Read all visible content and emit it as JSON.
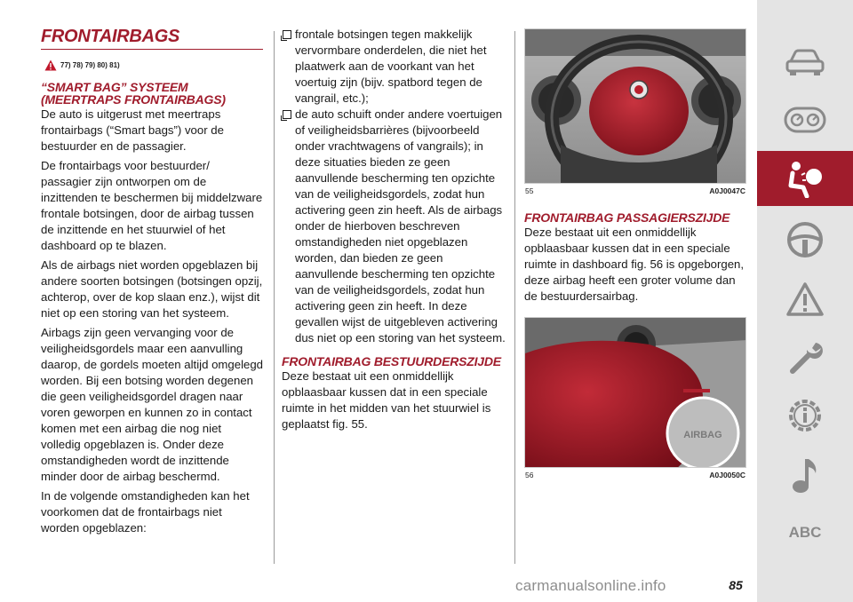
{
  "col1": {
    "title": "FRONTAIRBAGS",
    "warning_refs": "77) 78) 79) 80) 81)",
    "heading": "“SMART BAG” SYSTEEM (MEERTRAPS FRONTAIRBAGS)",
    "paragraphs": [
      "De auto is uitgerust met meertraps frontairbags (“Smart bags”) voor de bestuurder en de passagier.",
      "De frontairbags voor bestuurder/ passagier zijn ontworpen om de inzittenden te beschermen bij middelzware frontale botsingen, door de airbag tussen de inzittende en het stuurwiel of het dashboard op te blazen.",
      "Als de airbags niet worden opgeblazen bij andere soorten botsingen (botsingen opzij, achterop, over de kop slaan enz.), wijst dit niet op een storing van het systeem.",
      "Airbags zijn geen vervanging voor de veiligheidsgordels maar een aanvulling daarop, de gordels moeten altijd omgelegd worden. Bij een botsing worden degenen die geen veiligheidsgordel dragen naar voren geworpen en kunnen zo in contact komen met een airbag die nog niet volledig opgeblazen is. Onder deze omstandigheden wordt de inzittende minder door de airbag beschermd.",
      "In de volgende omstandigheden kan het voorkomen dat de frontairbags niet worden opgeblazen:"
    ]
  },
  "col2": {
    "bullets": [
      "frontale botsingen tegen makkelijk vervormbare onderdelen, die niet het plaatwerk aan de voorkant van het voertuig zijn (bijv. spatbord tegen de vangrail, etc.);",
      "de auto schuift onder andere voertuigen of veiligheidsbarrières (bijvoorbeeld onder vrachtwagens of vangrails); in deze situaties bieden ze geen aanvullende bescherming ten opzichte van de veiligheidsgordels, zodat hun activering geen zin heeft. Als de airbags onder de hierboven beschreven omstandigheden niet opgeblazen worden, dan bieden ze geen aanvullende bescherming ten opzichte van de veiligheidsgordels, zodat hun activering geen zin heeft. In deze gevallen wijst de uitgebleven activering dus niet op een storing van het systeem."
    ],
    "heading": "FRONTAIRBAG BESTUURDERSZIJDE",
    "paragraph": "Deze bestaat uit een onmiddellijk opblaasbaar kussen dat in een speciale ruimte in het midden van het stuurwiel is geplaatst fig. 55."
  },
  "col3": {
    "fig1": {
      "number": "55",
      "code": "A0J0047C"
    },
    "heading": "FRONTAIRBAG PASSAGIERSZIJDE",
    "paragraph": "Deze bestaat uit een onmiddellijk opblaasbaar kussen dat in een speciale ruimte in dashboard fig. 56 is opgeborgen, deze airbag heeft een groter volume dan de bestuurdersairbag.",
    "fig2": {
      "number": "56",
      "code": "A0J0050C",
      "airbag_label": "AIRBAG"
    }
  },
  "sidebar": {
    "items": [
      {
        "icon": "car-icon",
        "active": false
      },
      {
        "icon": "dashboard-gauges-icon",
        "active": false
      },
      {
        "icon": "seated-person-airbag-icon",
        "active": true
      },
      {
        "icon": "steering-wheel-icon",
        "active": false
      },
      {
        "icon": "warning-triangle-icon",
        "active": false
      },
      {
        "icon": "wrench-icon",
        "active": false
      },
      {
        "icon": "gear-info-icon",
        "active": false
      },
      {
        "icon": "music-note-icon",
        "active": false
      }
    ],
    "abc_label": "ABC",
    "accent_color": "#a01c2c",
    "background_color": "#e4e4e4"
  },
  "page_number": "85",
  "watermark": "carmanualsonline.info"
}
